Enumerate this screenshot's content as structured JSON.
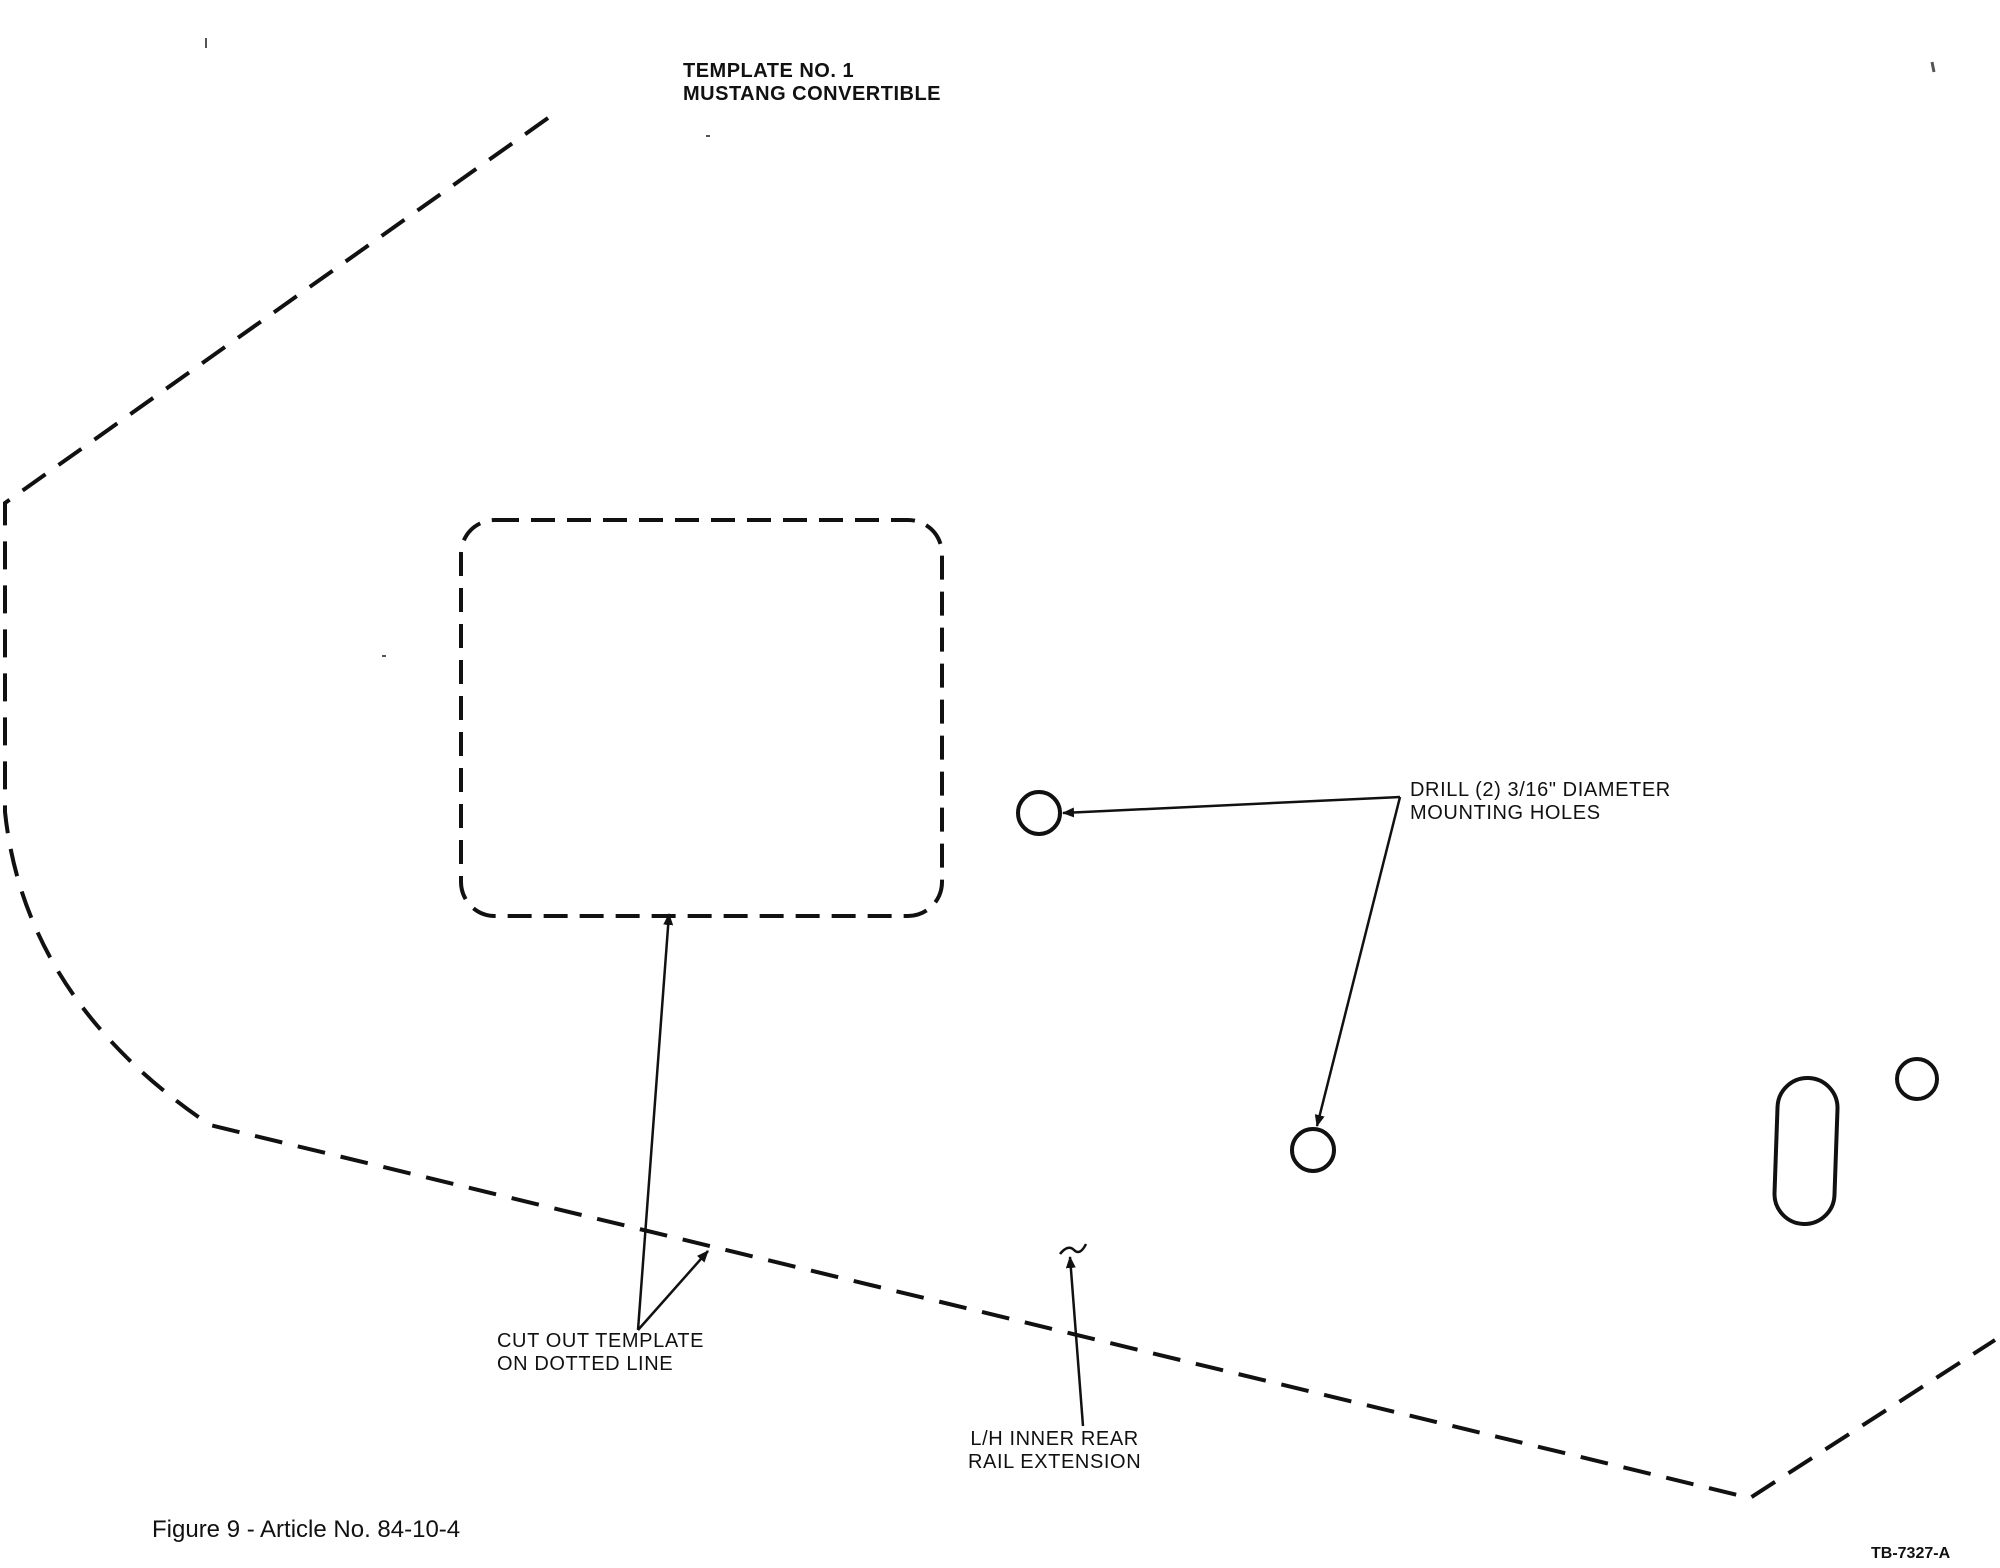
{
  "title_block": {
    "line1": "TEMPLATE NO. 1",
    "line2": "MUSTANG CONVERTIBLE"
  },
  "callouts": {
    "drill": {
      "line1": "DRILL (2) 3/16\" DIAMETER",
      "line2": "MOUNTING HOLES"
    },
    "cut": {
      "line1": "CUT OUT TEMPLATE",
      "line2": "ON DOTTED LINE"
    },
    "rail": {
      "line1": "L/H INNER REAR",
      "line2": "RAIL EXTENSION"
    }
  },
  "caption": "Figure 9 - Article No. 84-10-4",
  "drawing_code": "TB-7327-A",
  "colors": {
    "ink": "#111111",
    "paper": "#ffffff"
  }
}
